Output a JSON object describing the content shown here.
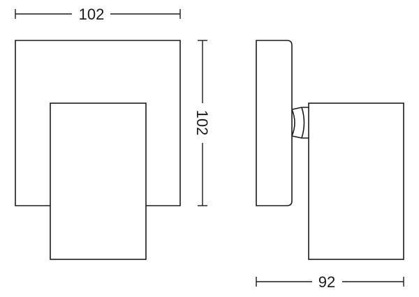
{
  "colors": {
    "stroke": "#1a1a1a",
    "background": "#ffffff"
  },
  "dimensions": {
    "front_width": "102",
    "front_height": "102",
    "side_depth": "92"
  }
}
